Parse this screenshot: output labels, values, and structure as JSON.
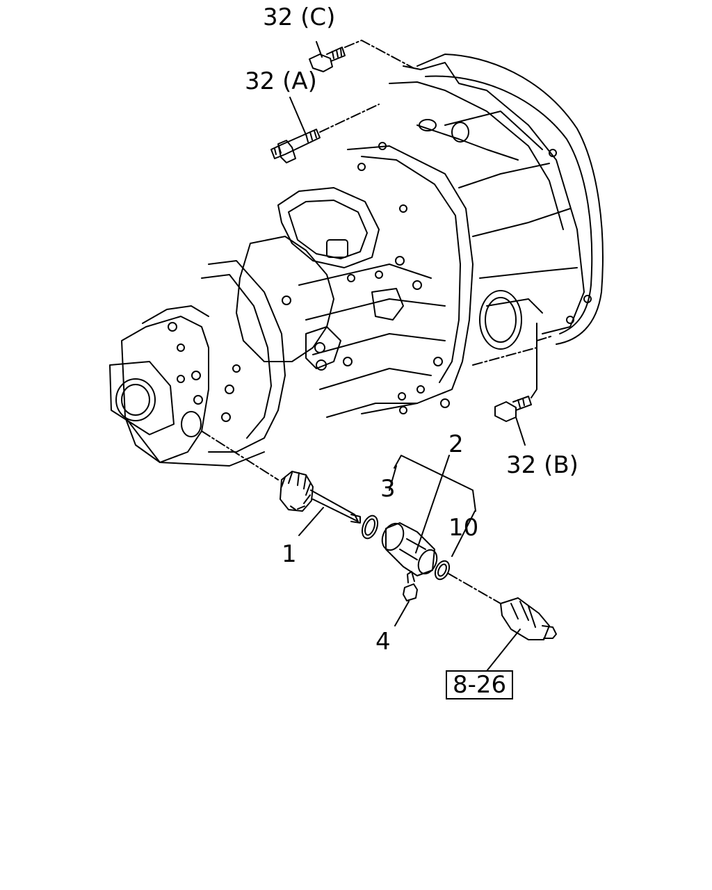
{
  "labels": {
    "c32": "32 (C)",
    "a32": "32 (A)",
    "b32": "32 (B)",
    "p1": "1",
    "p2": "2",
    "p3": "3",
    "p4": "4",
    "p10": "10",
    "ref": "8-26"
  }
}
